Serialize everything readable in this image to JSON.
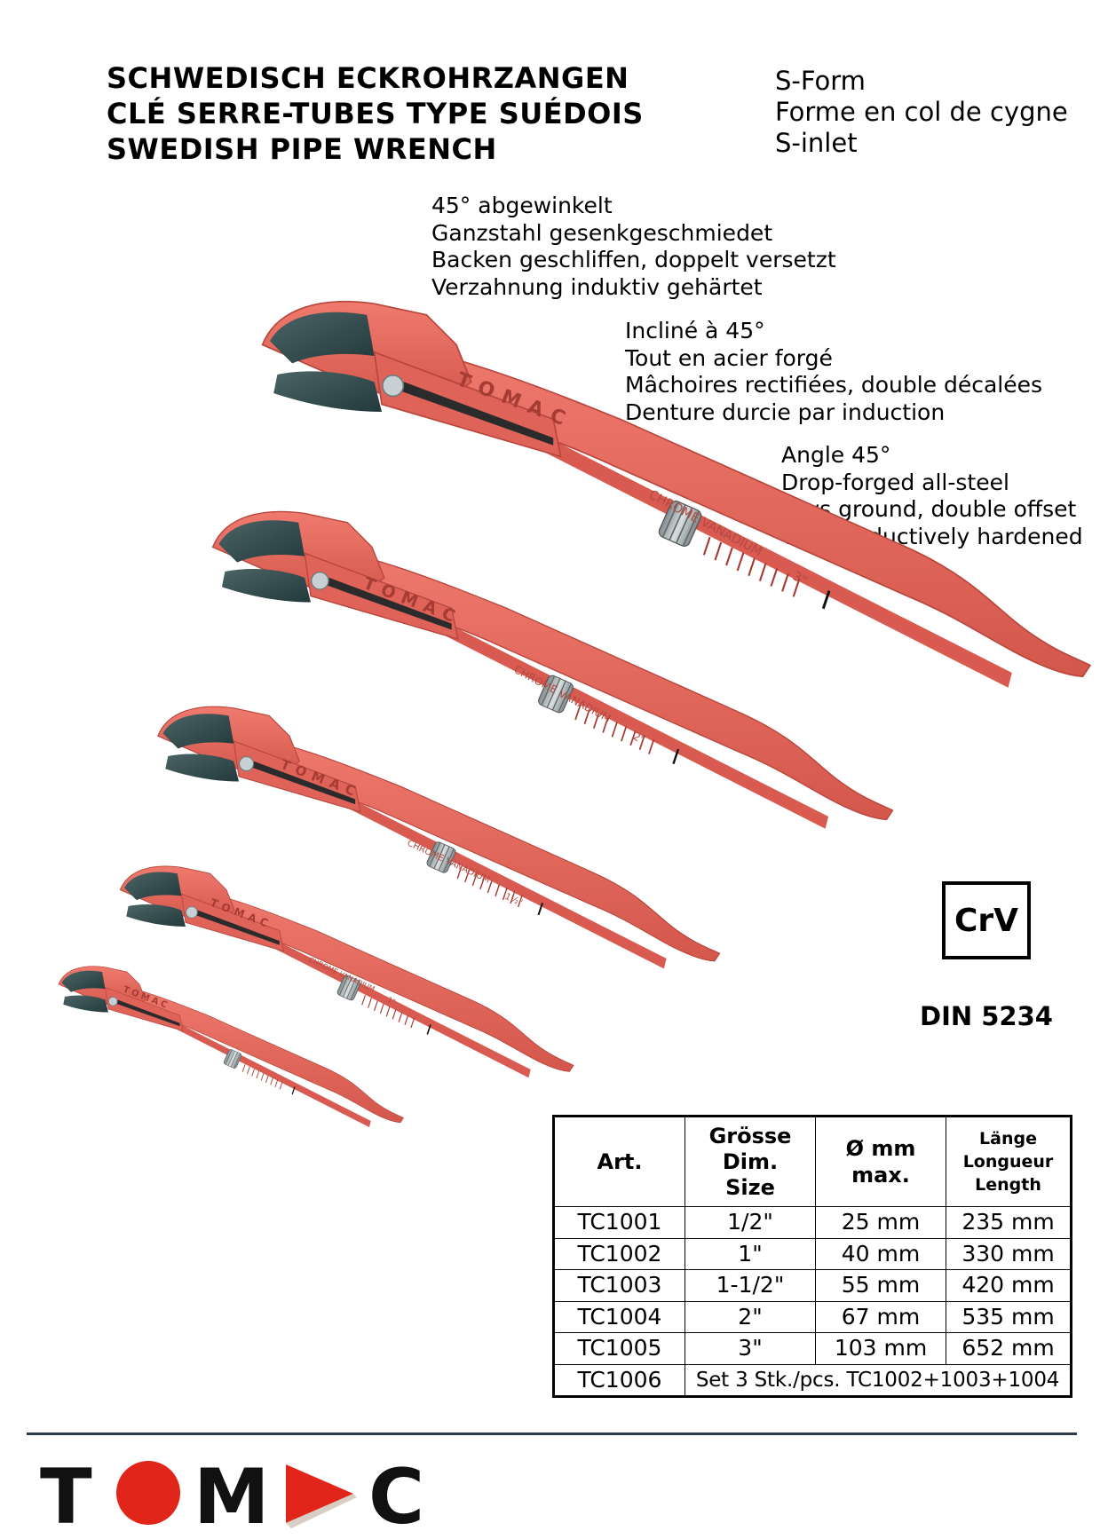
{
  "title": {
    "lines": [
      "SCHWEDISCH ECKROHRZANGEN",
      "CLÉ SERRE-TUBES TYPE SUÉDOIS",
      "SWEDISH PIPE WRENCH"
    ]
  },
  "form": {
    "lines": [
      "S-Form",
      "Forme en col de cygne",
      "S-inlet"
    ]
  },
  "features": {
    "de": [
      "45° abgewinkelt",
      "Ganzstahl gesenkgeschmiedet",
      "Backen geschliffen, doppelt versetzt",
      "Verzahnung induktiv gehärtet"
    ],
    "fr": [
      "Incliné à 45°",
      "Tout en acier forgé",
      "Mâchoires rectifiées, double décalées",
      "Denture durcie par induction"
    ],
    "en": [
      "Angle 45°",
      "Drop-forged all-steel",
      "Jaws ground, double offset",
      "Teeth inductively hardened"
    ]
  },
  "wrench_engravings": {
    "brand": "TOMAC",
    "material": "CHROME VANADIUM",
    "sizes": [
      "3\"",
      "2\"",
      "1½\"",
      "1\""
    ]
  },
  "badges": {
    "crv": "CrV",
    "din": "DIN 5234"
  },
  "table": {
    "headers": {
      "art": "Art.",
      "size": [
        "Grösse",
        "Dim.",
        "Size"
      ],
      "diameter": [
        "Ø mm",
        "max."
      ],
      "length": [
        "Länge",
        "Longueur",
        "Length"
      ]
    },
    "rows": [
      {
        "art": "TC1001",
        "size": "1/2\"",
        "diameter": "25 mm",
        "length": "235 mm"
      },
      {
        "art": "TC1002",
        "size": "1\"",
        "diameter": "40 mm",
        "length": "330 mm"
      },
      {
        "art": "TC1003",
        "size": "1-1/2\"",
        "diameter": "55 mm",
        "length": "420 mm"
      },
      {
        "art": "TC1004",
        "size": "2\"",
        "diameter": "67 mm",
        "length": "535 mm"
      },
      {
        "art": "TC1005",
        "size": "3\"",
        "diameter": "103 mm",
        "length": "652 mm"
      }
    ],
    "set_row": {
      "art": "TC1006",
      "description": "Set 3 Stk./pcs. TC1002+1003+1004"
    }
  },
  "logo": {
    "letters": [
      "T",
      "M",
      "C"
    ],
    "alt": "TOMAC"
  },
  "colors": {
    "wrench_red": "#e8675c",
    "wrench_shadow": "#c64a42",
    "jaw_dark": "#2f4a4c",
    "logo_red": "#e1251b",
    "rule_navy": "#2c3a4d"
  }
}
